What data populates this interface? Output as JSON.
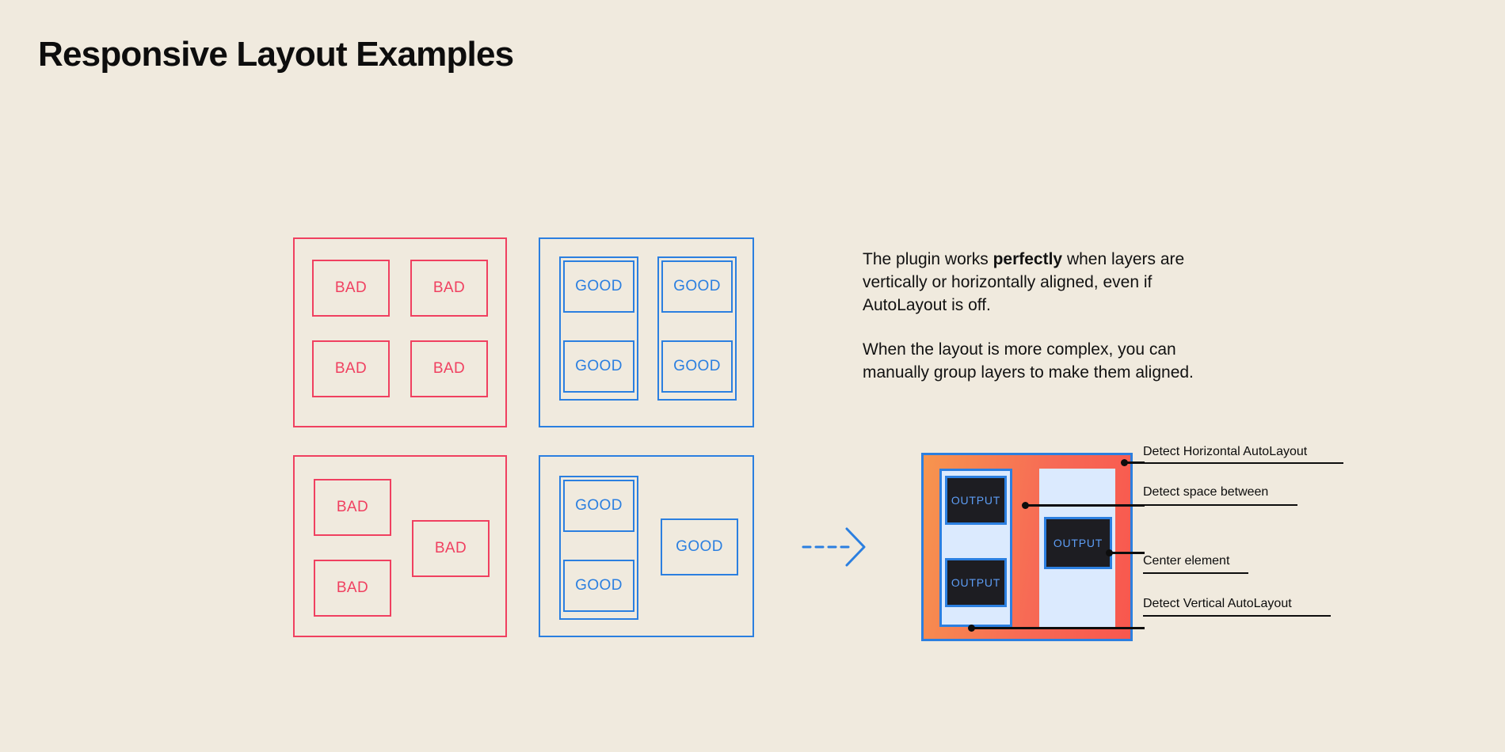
{
  "page": {
    "title": "Responsive Layout Examples",
    "background_color": "#f0eade",
    "text_color": "#0d0d0d"
  },
  "colors": {
    "bad": "#f04060",
    "good": "#2b7fe0",
    "orange": "#f76a55",
    "output_bg": "#1d1d22",
    "output_text": "#5d9df5",
    "panel_light": "#dbeafe"
  },
  "examples": {
    "top_bad": {
      "variant": "bad",
      "cells": [
        {
          "label": "BAD"
        },
        {
          "label": "BAD"
        },
        {
          "label": "BAD"
        },
        {
          "label": "BAD"
        }
      ]
    },
    "top_good": {
      "variant": "good",
      "cells": [
        {
          "label": "GOOD"
        },
        {
          "label": "GOOD"
        },
        {
          "label": "GOOD"
        },
        {
          "label": "GOOD"
        }
      ]
    },
    "bottom_bad": {
      "variant": "bad",
      "cells": [
        {
          "label": "BAD"
        },
        {
          "label": "BAD"
        },
        {
          "label": "BAD"
        }
      ]
    },
    "bottom_good": {
      "variant": "good",
      "cells": [
        {
          "label": "GOOD"
        },
        {
          "label": "GOOD"
        },
        {
          "label": "GOOD"
        }
      ]
    }
  },
  "description": {
    "paragraph1_part1": "The plugin works ",
    "paragraph1_strong": "perfectly",
    "paragraph1_part2": " when layers are vertically or horizontally aligned, even if AutoLayout is off.",
    "paragraph2": "When the layout is more complex, you can manually group layers to make them aligned."
  },
  "arrow": {
    "icon": "dashed-arrow-right-icon",
    "direction": "right",
    "style": "dashed"
  },
  "mock": {
    "outputs": [
      {
        "label": "OUTPUT"
      },
      {
        "label": "OUTPUT"
      },
      {
        "label": "OUTPUT"
      }
    ]
  },
  "callouts": [
    {
      "label": "Detect Horizontal AutoLayout"
    },
    {
      "label": "Detect space between"
    },
    {
      "label": "Center element"
    },
    {
      "label": "Detect Vertical AutoLayout"
    }
  ]
}
